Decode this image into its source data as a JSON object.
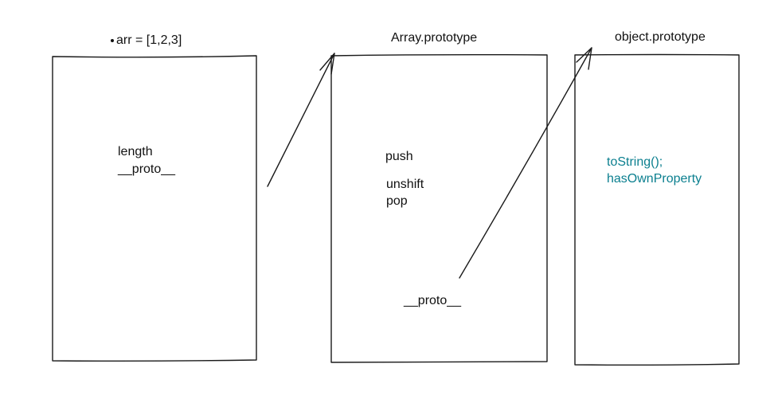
{
  "diagram": {
    "instance": {
      "title": "arr = [1,2,3]",
      "properties": [
        "length",
        "__proto__"
      ]
    },
    "array_prototype": {
      "title": "Array.prototype",
      "methods": [
        "push",
        "unshift",
        "pop"
      ],
      "proto_label": "__proto__"
    },
    "object_prototype": {
      "title": "object.prototype",
      "methods": [
        "toString();",
        "hasOwnProperty"
      ],
      "method_color": "#0b7f8f"
    }
  }
}
